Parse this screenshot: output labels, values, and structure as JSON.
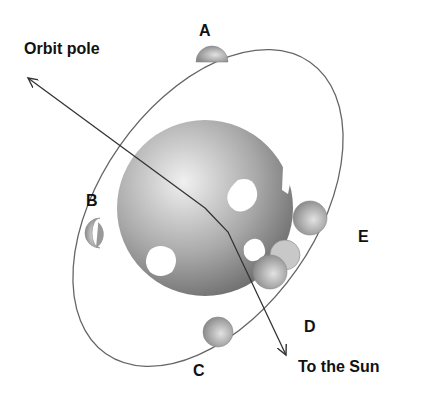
{
  "diagram": {
    "labels": [
      "A",
      "Orbit pole",
      "B",
      "E",
      "D",
      "C",
      "To the Sun"
    ]
  }
}
